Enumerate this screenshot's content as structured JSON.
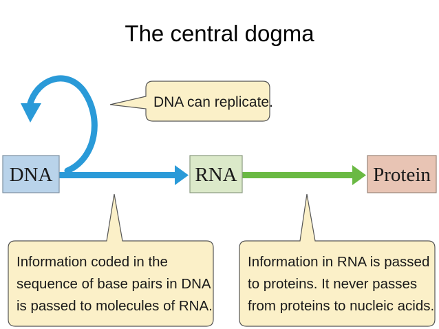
{
  "title": "The central dogma",
  "nodes": {
    "dna": "DNA",
    "rna": "RNA",
    "protein": "Protein"
  },
  "callouts": {
    "replicate": "DNA can replicate.",
    "transcription": [
      "Information coded in the",
      "sequence of base pairs in DNA",
      "is passed to molecules of RNA."
    ],
    "translation": [
      "Information in RNA is passed",
      "to proteins. It never passes",
      "from proteins to nucleic acids."
    ]
  },
  "colors": {
    "dna_box": "#b9d3ea",
    "rna_box": "#dbe9c9",
    "protein_box": "#e8c4b4",
    "callout_fill": "#fbf0c8",
    "blue_arrow": "#2a9ad8",
    "green_arrow": "#6ab943"
  }
}
